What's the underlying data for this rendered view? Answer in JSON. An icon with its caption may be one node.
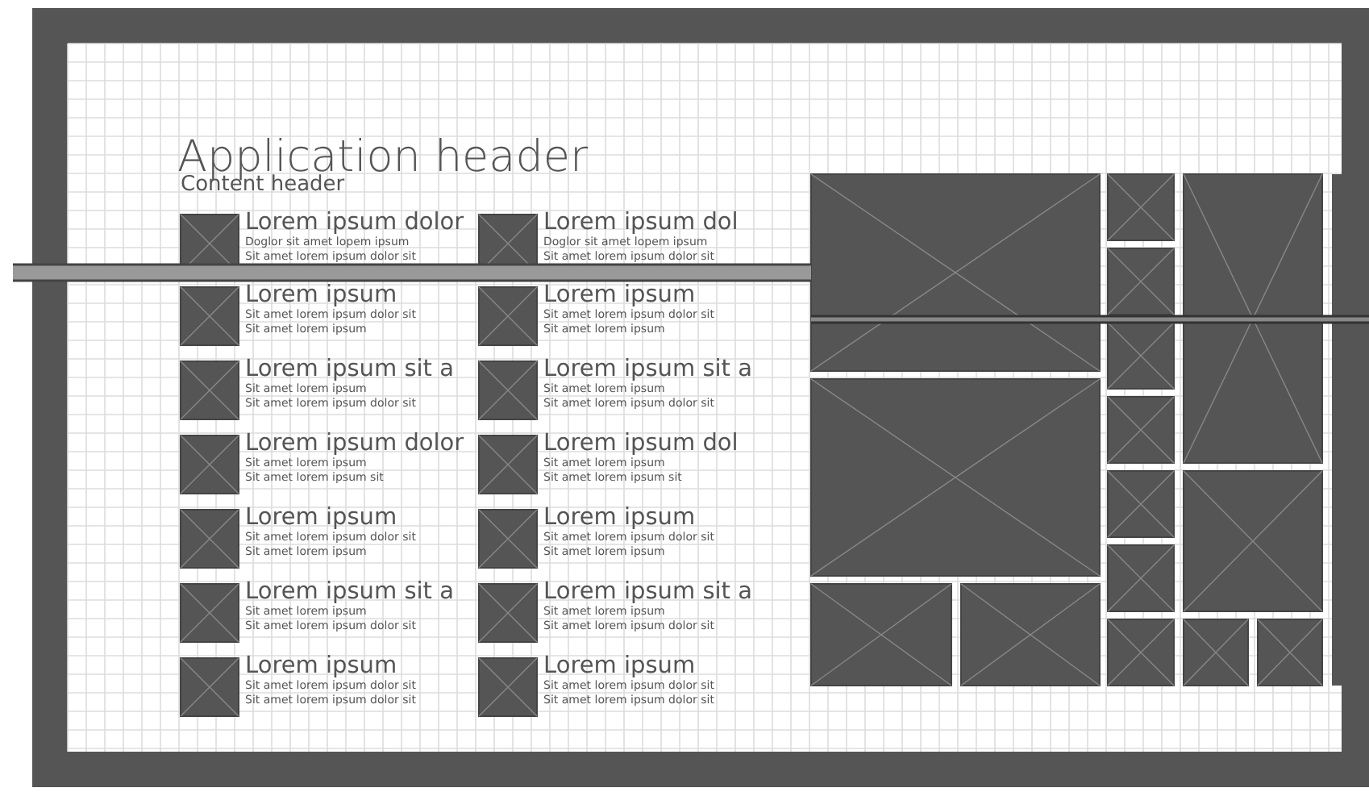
{
  "diagram": {
    "title": "Application header",
    "labels": [
      "Content header",
      "Lorem ipsum dolor",
      "Doglor sit amet lopem ipsum",
      "Sit amet lorem ipsum dolor sit",
      "Lorem ipsum dol",
      "Doglor sit amet lopem ipsum",
      "Sit amet lorem ipsum dolor sit",
      "Lorem ipsum",
      "Sit amet lorem ipsum dolor sit",
      "Sit amet lorem ipsum",
      "Lorem ipsum",
      "Sit amet lorem ipsum dolor sit",
      "Sit amet lorem ipsum",
      "Lorem ipsum sit a",
      "Sit amet lorem ipsum",
      "Sit amet lorem ipsum dolor sit",
      "Lorem ipsum sit a",
      "Sit amet lorem ipsum",
      "Sit amet lorem ipsum dolor sit",
      "Lorem ipsum dolor",
      "Sit amet lorem ipsum",
      "Sit amet lorem ipsum sit",
      "Lorem ipsum dol",
      "Sit amet lorem ipsum",
      "Sit amet lorem ipsum sit",
      "Lorem ipsum",
      "Sit amet lorem ipsum dolor sit",
      "Sit amet lorem ipsum",
      "Lorem ipsum",
      "Sit amet lorem ipsum dolor sit",
      "Sit amet lorem ipsum",
      "Lorem ipsum sit a",
      "Sit amet lorem ipsum",
      "Sit amet lorem ipsum dolor sit",
      "Lorem ipsum sit a",
      "Sit amet lorem ipsum",
      "Sit amet lorem ipsum dolor sit",
      "Lorem ipsum",
      "Sit amet lorem ipsum dolor sit",
      "Sit amet lorem ipsum dolor sit",
      "Lorem ipsum",
      "Sit amet lorem ipsum dolor sit",
      "Sit amet lorem ipsum dolor sit"
    ]
  }
}
